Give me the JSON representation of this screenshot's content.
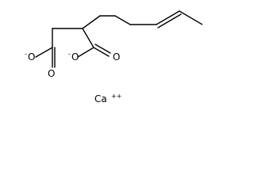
{
  "structure": {
    "atoms": {
      "o_minus_left": "O",
      "o_minus_left_charge": "-",
      "o_double_left": "O",
      "o_minus_right": "O",
      "o_minus_right_charge": "-",
      "o_double_right": "O",
      "calcium": "Ca",
      "calcium_charge": "++"
    }
  }
}
